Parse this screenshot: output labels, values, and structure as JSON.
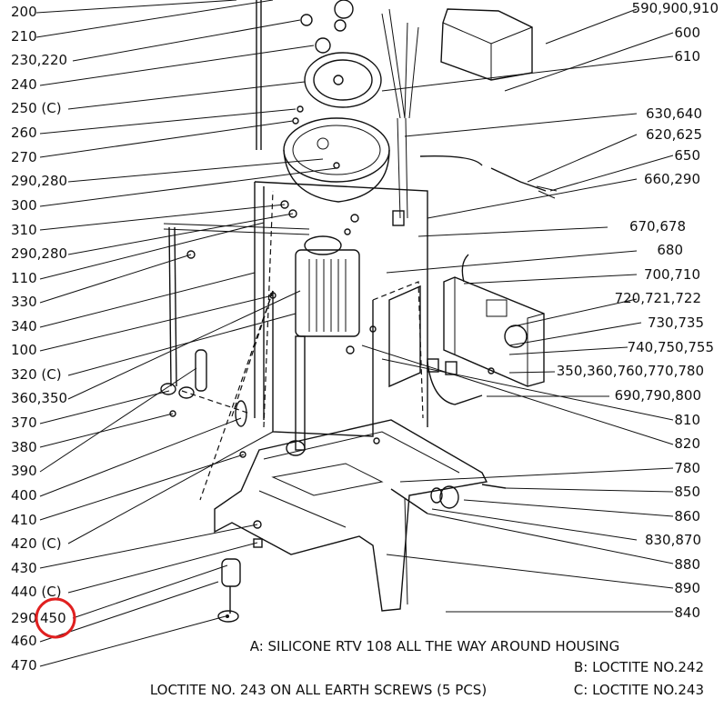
{
  "left_labels": [
    "200",
    "210",
    "230,220",
    "240",
    "250 (C)",
    "260",
    "270",
    "290,280",
    "300",
    "310",
    "290,280",
    "110",
    "330",
    "340",
    "100",
    "320 (C)",
    "360,350",
    "370",
    "380",
    "390",
    "400",
    "410",
    "420 (C)",
    "430",
    "440 (C)",
    "290",
    "450",
    "460",
    "470"
  ],
  "right_labels": [
    "590,900,910",
    "600",
    "610",
    "630,640",
    "620,625",
    "650",
    "660,290",
    "670,678",
    "680",
    "700,710",
    "720,721,722",
    "730,735",
    "740,750,755",
    "350,360,760,770,780",
    "690,790,800",
    "810",
    "820",
    "780",
    "850",
    "860",
    "830,870",
    "880",
    "890",
    "840"
  ],
  "notes": {
    "a": "A: SILICONE RTV 108 ALL THE WAY AROUND HOUSING",
    "b": "B: LOCTITE NO.242",
    "c": "C: LOCTITE NO.243",
    "earth": "LOCTITE NO. 243 ON ALL EARTH SCREWS (5 PCS)"
  },
  "highlight": {
    "label": "450",
    "color": "#e02020"
  }
}
